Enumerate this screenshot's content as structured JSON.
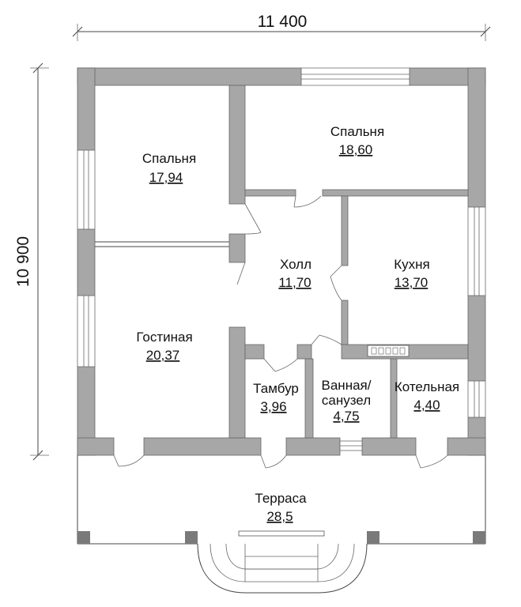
{
  "dimensions": {
    "width_label": "11 400",
    "height_label": "10 900"
  },
  "rooms": {
    "bedroom_left": {
      "name": "Спальня",
      "area": "17,94"
    },
    "bedroom_right": {
      "name": "Спальня",
      "area": "18,60"
    },
    "hall": {
      "name": "Холл",
      "area": "11,70"
    },
    "kitchen": {
      "name": "Кухня",
      "area": "13,70"
    },
    "living": {
      "name": "Гостиная",
      "area": "20,37"
    },
    "vestibule": {
      "name": "Тамбур",
      "area": "3,96"
    },
    "bathroom": {
      "name_line1": "Ванная/",
      "name_line2": "санузел",
      "area": "4,75"
    },
    "boiler": {
      "name": "Котельная",
      "area": "4,40"
    },
    "terrace": {
      "name": "Терраса",
      "area": "28,5"
    }
  },
  "colors": {
    "wall_fill": "#a7a7a7",
    "line": "#444444"
  }
}
